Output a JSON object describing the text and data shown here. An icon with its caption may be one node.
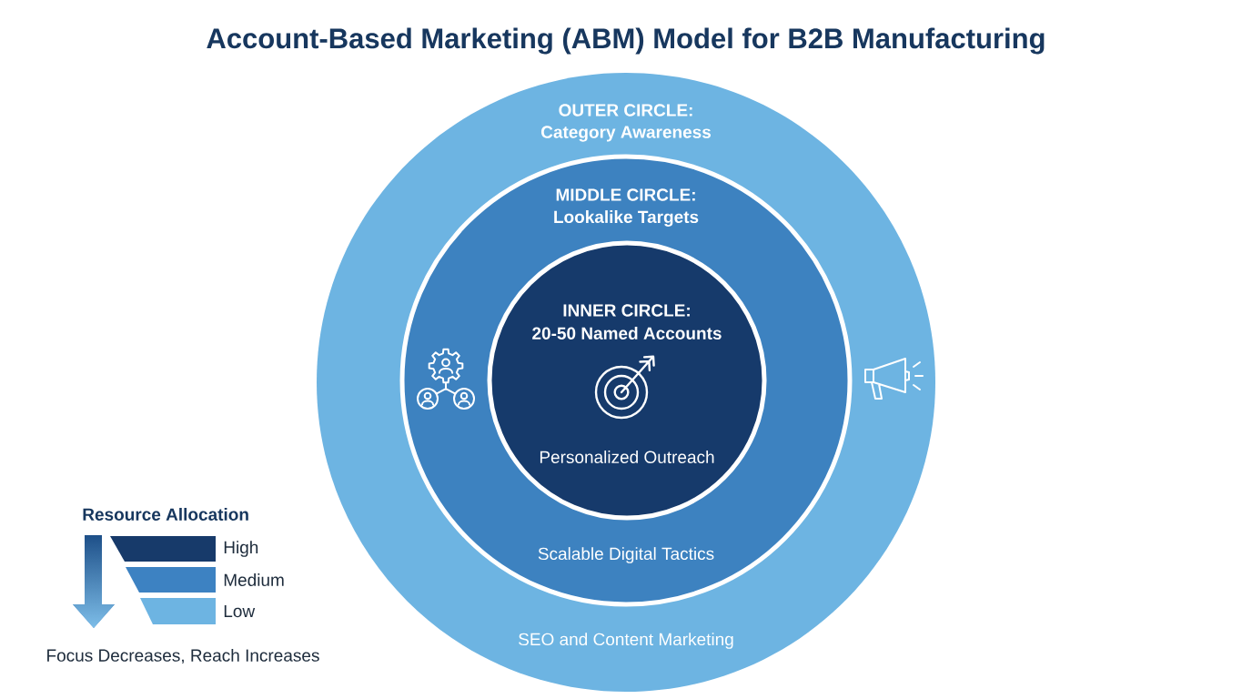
{
  "diagram": {
    "title": "Account-Based Marketing (ABM) Model for B2B Manufacturing",
    "nodes": [
      {
        "text": [
          "OUTER CIRCLE:",
          "Category Awareness",
          "SEO and Content Marketing"
        ]
      },
      {
        "text": [
          "MIDDLE CIRCLE:",
          "Lookalike Targets",
          "Scalable Digital Tactics"
        ],
        "in": 0
      },
      {
        "text": [
          "INNER CIRCLE:",
          "20-50 Named Accounts",
          "Personalized Outreach"
        ],
        "in": 1
      }
    ],
    "labels": [
      "Resource Allocation",
      "Focus Decreases, Reach Increases"
    ],
    "legend": [
      {
        "text": "High",
        "color": "#173a6a"
      },
      {
        "text": "Medium",
        "color": "#3d82c2"
      },
      {
        "text": "Low",
        "color": "#6db4e2"
      }
    ]
  }
}
